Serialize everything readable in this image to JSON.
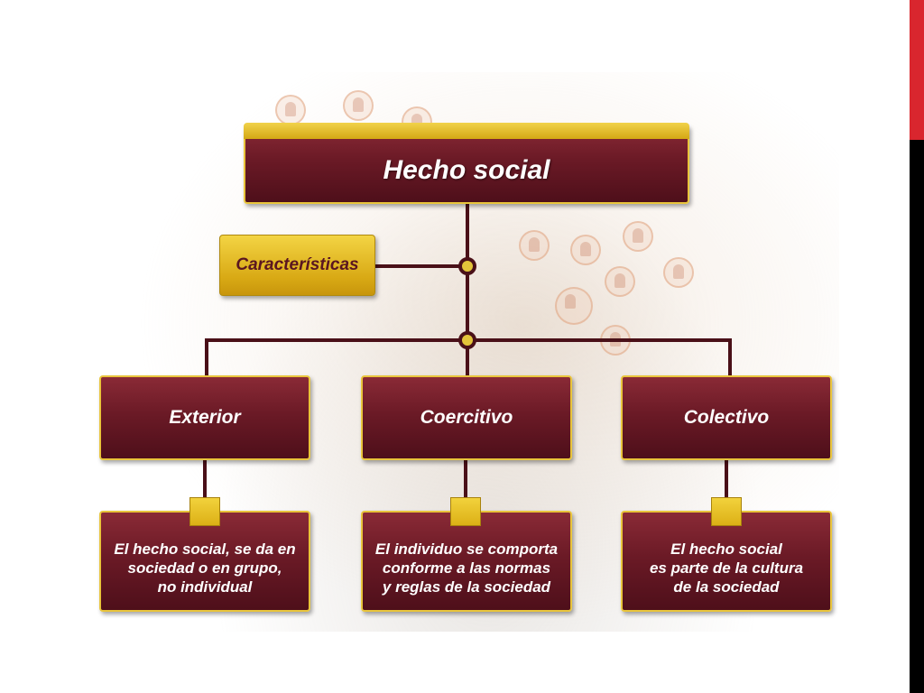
{
  "diagram": {
    "title": "Hecho social",
    "feature_label": "Características",
    "categories": [
      {
        "label": "Exterior",
        "description": "El hecho social, se da en\nsociedad o en grupo,\nno individual"
      },
      {
        "label": "Coercitivo",
        "description": "El individuo se comporta\nconforme a las normas\ny reglas de la sociedad"
      },
      {
        "label": "Colectivo",
        "description": "El hecho social\nes parte de la cultura\nde la sociedad"
      }
    ]
  },
  "colors": {
    "box_maroon": "#6b1a26",
    "box_border_gold": "#e9c53c",
    "feature_box_gold": "#e0b420",
    "connector": "#4a1018",
    "edge_red": "#d9262e",
    "edge_black": "#000000"
  }
}
